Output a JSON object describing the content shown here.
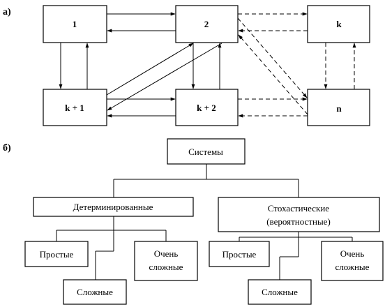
{
  "part_a": {
    "label": "а)",
    "nodes": {
      "n1": "1",
      "n2": "2",
      "nk": "k",
      "nk1": "k + 1",
      "nk2": "k + 2",
      "nn": "n"
    }
  },
  "part_b": {
    "label": "б)",
    "root": "Системы",
    "det": {
      "label": "Детерминированные",
      "simple": "Простые",
      "complex": "Сложные",
      "very_line1": "Очень",
      "very_line2": "сложные"
    },
    "stoch": {
      "line1": "Стохастические",
      "line2": "(вероятностные)",
      "simple": "Простые",
      "complex": "Сложные",
      "very_line1": "Очень",
      "very_line2": "сложные"
    }
  }
}
